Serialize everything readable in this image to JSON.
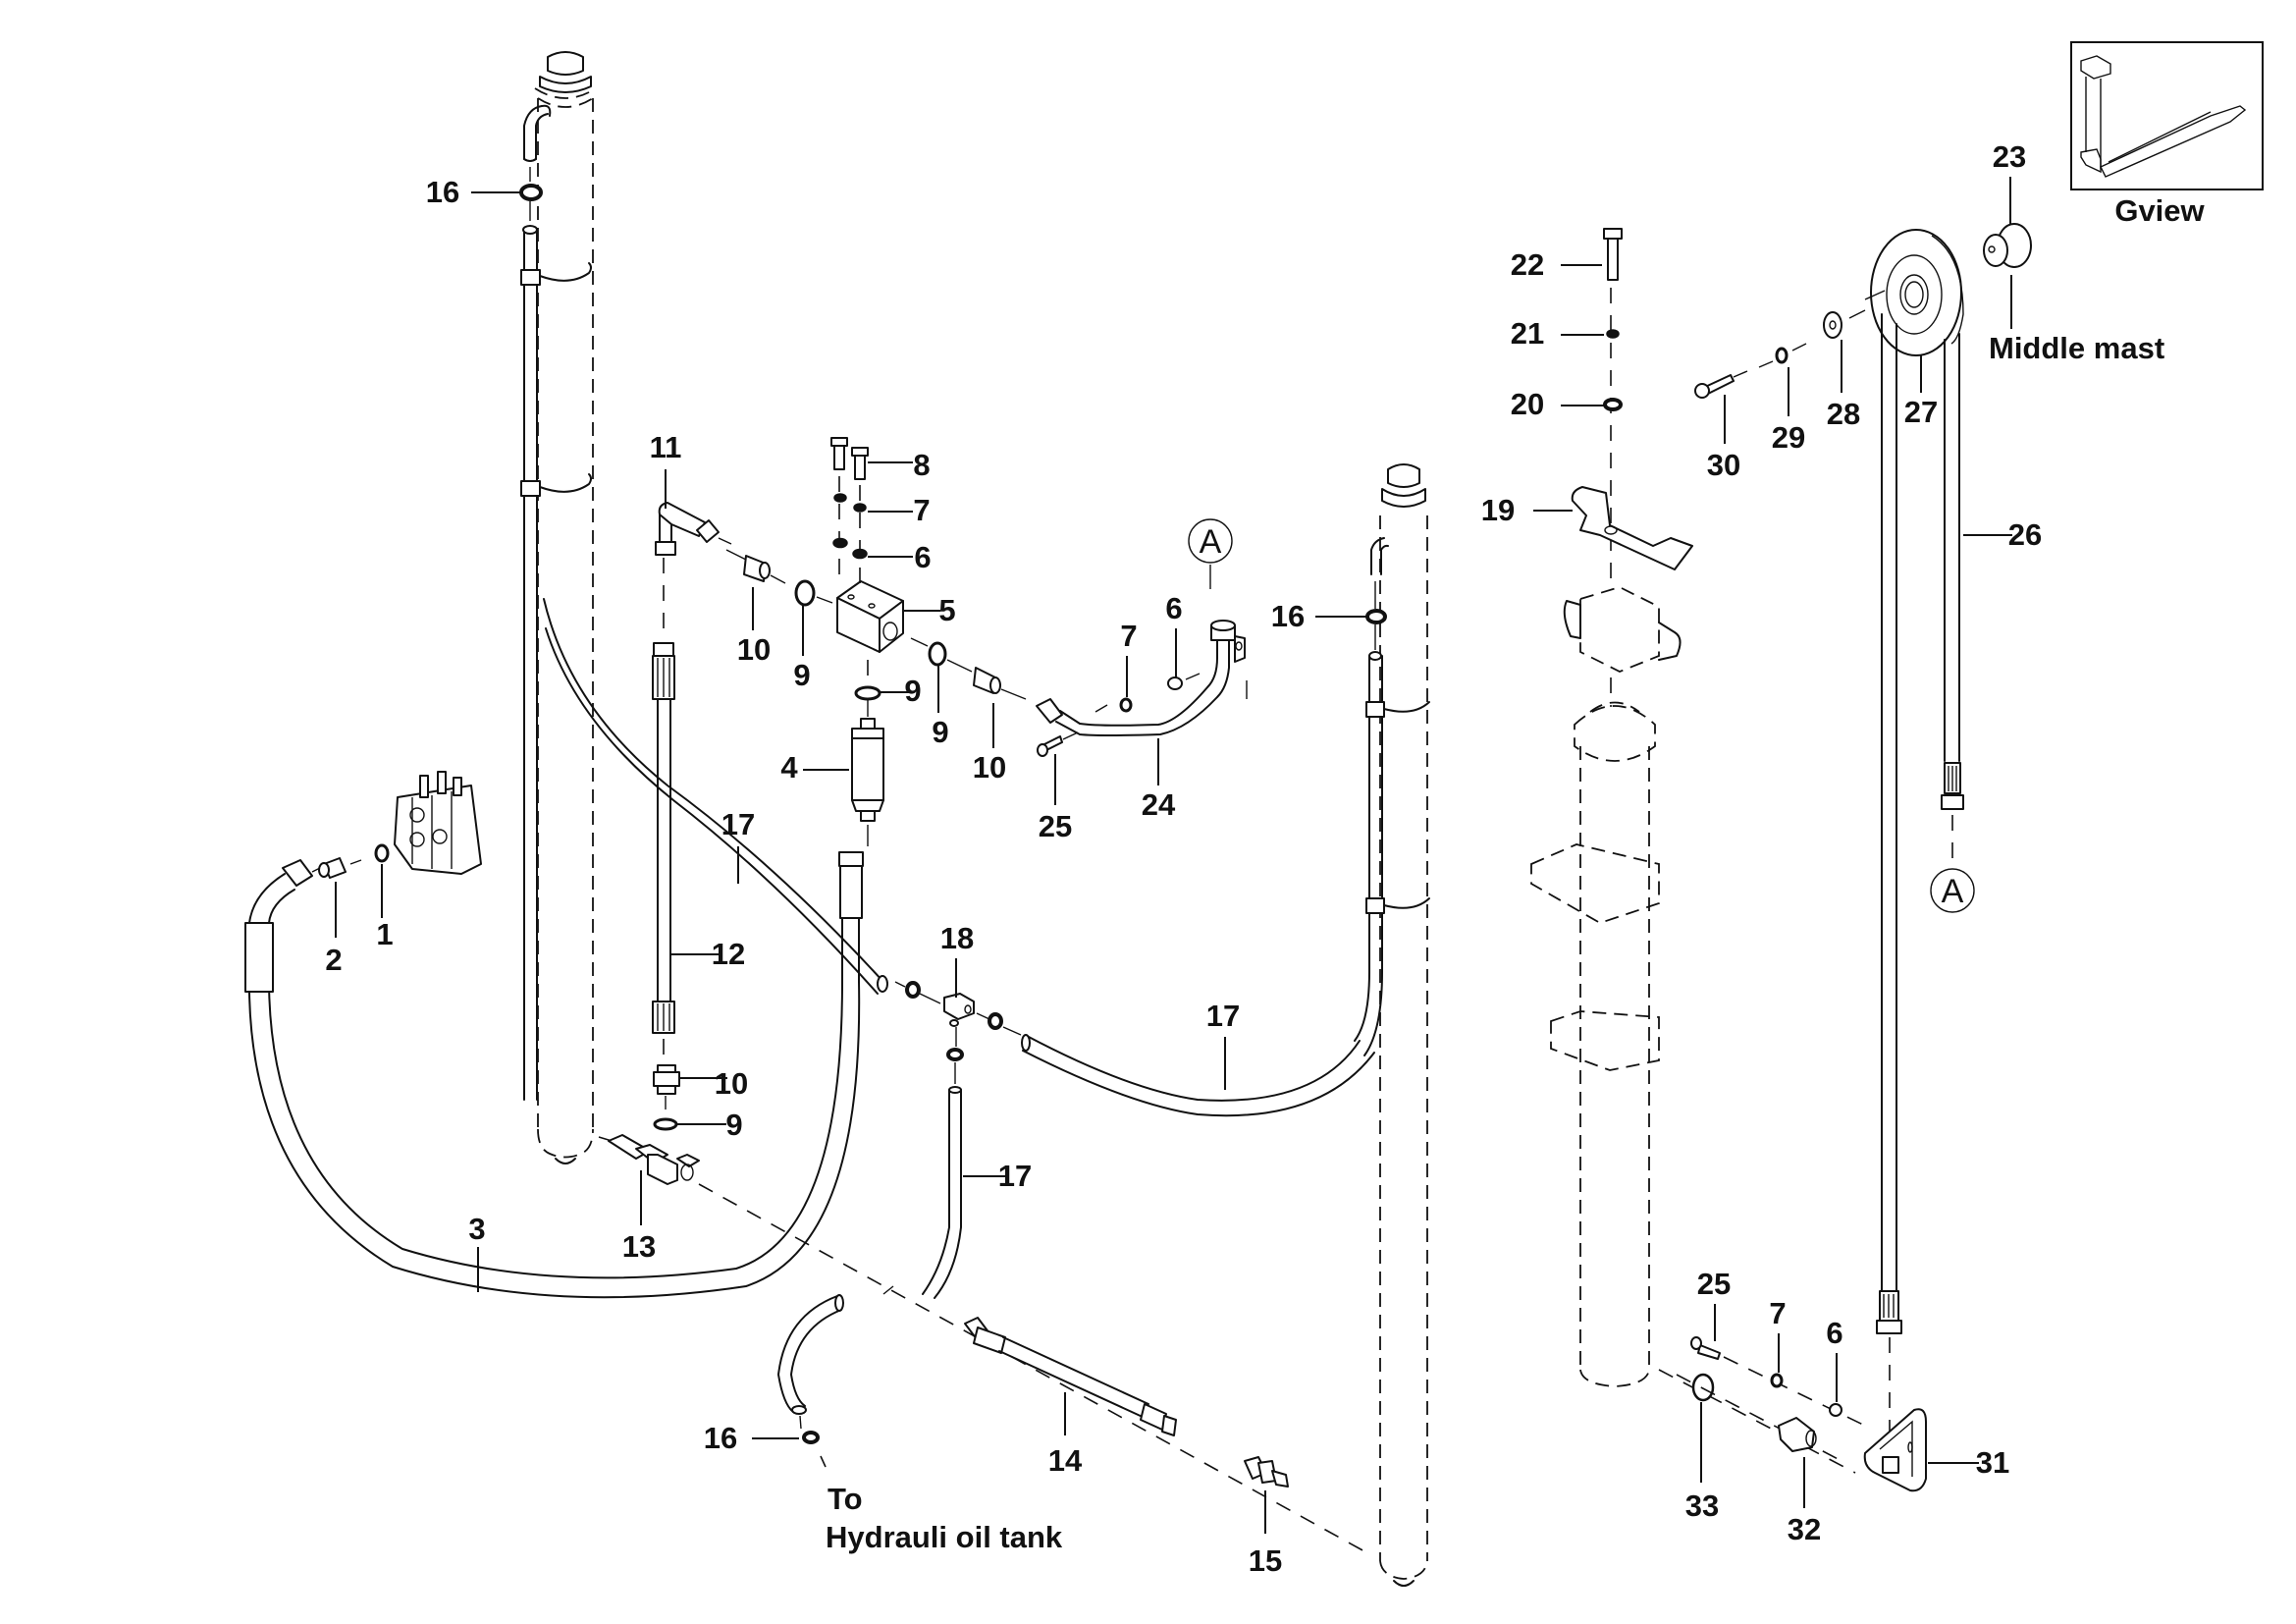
{
  "diagram": {
    "type": "exploded-parts-view",
    "subject": "Lift cylinder hydraulic piping",
    "inset": {
      "caption": "Gview"
    },
    "notes": {
      "middle_mast": "Middle mast",
      "to": "To",
      "oil_tank": "Hydrauli oil tank"
    },
    "ref_marker": "A",
    "callouts": [
      {
        "id": "c1",
        "label": "1"
      },
      {
        "id": "c2",
        "label": "2"
      },
      {
        "id": "c3",
        "label": "3"
      },
      {
        "id": "c4",
        "label": "4"
      },
      {
        "id": "c5",
        "label": "5"
      },
      {
        "id": "c6a",
        "label": "6"
      },
      {
        "id": "c6b",
        "label": "6"
      },
      {
        "id": "c6c",
        "label": "6"
      },
      {
        "id": "c7a",
        "label": "7"
      },
      {
        "id": "c7b",
        "label": "7"
      },
      {
        "id": "c7c",
        "label": "7"
      },
      {
        "id": "c8",
        "label": "8"
      },
      {
        "id": "c9a",
        "label": "9"
      },
      {
        "id": "c9b",
        "label": "9"
      },
      {
        "id": "c9c",
        "label": "9"
      },
      {
        "id": "c9d",
        "label": "9"
      },
      {
        "id": "c10a",
        "label": "10"
      },
      {
        "id": "c10b",
        "label": "10"
      },
      {
        "id": "c10c",
        "label": "10"
      },
      {
        "id": "c11",
        "label": "11"
      },
      {
        "id": "c12",
        "label": "12"
      },
      {
        "id": "c13",
        "label": "13"
      },
      {
        "id": "c14",
        "label": "14"
      },
      {
        "id": "c15",
        "label": "15"
      },
      {
        "id": "c16a",
        "label": "16"
      },
      {
        "id": "c16b",
        "label": "16"
      },
      {
        "id": "c16c",
        "label": "16"
      },
      {
        "id": "c17a",
        "label": "17"
      },
      {
        "id": "c17b",
        "label": "17"
      },
      {
        "id": "c17c",
        "label": "17"
      },
      {
        "id": "c18",
        "label": "18"
      },
      {
        "id": "c19",
        "label": "19"
      },
      {
        "id": "c20",
        "label": "20"
      },
      {
        "id": "c21",
        "label": "21"
      },
      {
        "id": "c22",
        "label": "22"
      },
      {
        "id": "c23",
        "label": "23"
      },
      {
        "id": "c24",
        "label": "24"
      },
      {
        "id": "c25a",
        "label": "25"
      },
      {
        "id": "c25b",
        "label": "25"
      },
      {
        "id": "c26",
        "label": "26"
      },
      {
        "id": "c27",
        "label": "27"
      },
      {
        "id": "c28",
        "label": "28"
      },
      {
        "id": "c29",
        "label": "29"
      },
      {
        "id": "c30",
        "label": "30"
      },
      {
        "id": "c31",
        "label": "31"
      },
      {
        "id": "c32",
        "label": "32"
      },
      {
        "id": "c33",
        "label": "33"
      }
    ]
  }
}
